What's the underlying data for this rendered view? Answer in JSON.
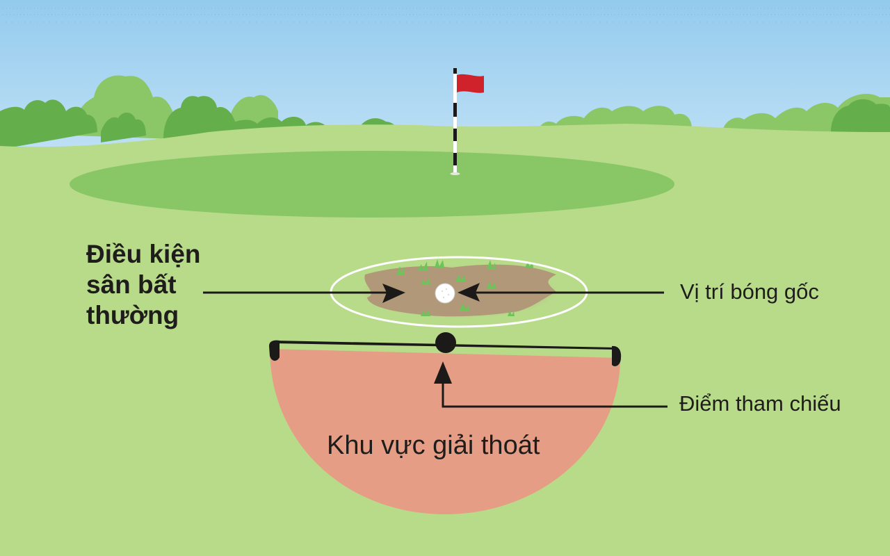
{
  "diagram": {
    "title_lines": [
      "Điều kiện",
      "sân bất",
      "thường"
    ],
    "labels": {
      "original_ball_position": "Vị trí bóng gốc",
      "reference_point": "Điểm tham chiếu",
      "relief_area": "Khu vực giải thoát"
    },
    "elements": {
      "flagstick": "flag-icon",
      "ball": "golf-ball-icon",
      "abnormal_area": "mud-patch",
      "reference_point_marker": "dot",
      "relief_area_shape": "half-circle"
    },
    "colors": {
      "sky_top": "#93cbed",
      "sky_bottom": "#b9ddf5",
      "fairway": "#b8db8a",
      "green": "#89c665",
      "trees_dark": "#64ae4c",
      "trees_light": "#8bc766",
      "relief_area": "#e59d85",
      "mud": "#b09878",
      "flag": "#d0222a",
      "ink": "#1f1d1c"
    }
  }
}
